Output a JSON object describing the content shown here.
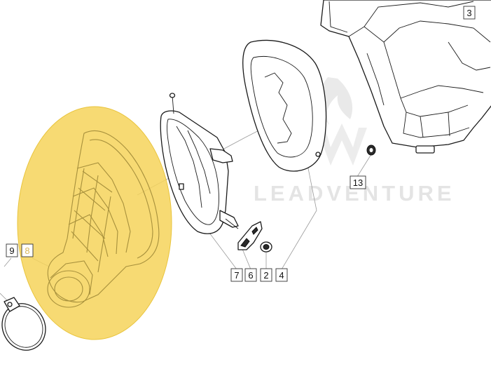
{
  "watermark": {
    "brand": "LEADVENTURE"
  },
  "callouts": {
    "c3": "3",
    "c13": "13",
    "c9": "9",
    "c8": "8",
    "c7": "7",
    "c6": "6",
    "c2": "2",
    "c4": "4"
  },
  "colors": {
    "highlight_fill": "#f6d35a",
    "highlight_stroke": "#e9c43c",
    "line": "#1a1a1a",
    "watermark": "#cfcfcf",
    "highlighted_callout": "#d9b75a"
  }
}
